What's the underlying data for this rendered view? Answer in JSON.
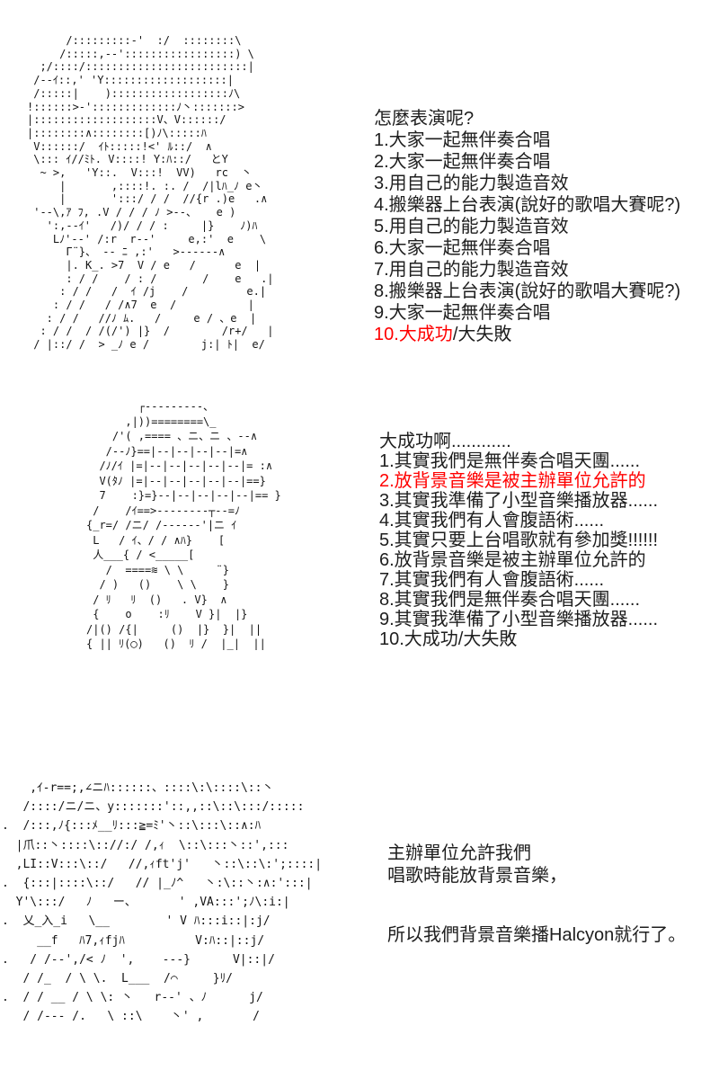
{
  "meta": {
    "background": "#ffffff",
    "text_color": "#1e1e1e",
    "red_color": "#ff0000"
  },
  "art_blocks": [
    {
      "name": "ascii-art-character-1",
      "lines": [
        "      /:::::::::-'  :/  ::::::::\\",
        "     /:::::,--':::::::::::::::::) \\",
        "  ;/::::/:::::::::::::::::::::::::|",
        " /--ｲ::,' 'Y:::::::::::::::::::|",
        " /:::::|    )::::::::::::::::::ﾉ\\",
        "!::::::>-':::::::::::::ﾉ丶:::::::>",
        "|:::::::::::::::::::V、V::::::/",
        "|::::::::∧::::::::[)ﾉ\\:::::ﾊ",
        " V::::::/  ｲﾄ:::::!<' ﾙ::/  ∧",
        " \\::: ｲ//ﾐﾄ. V::::! Y:ﾊ::/   とY",
        "  ~ >,   'Y::.  V:::!  VV)   rc  丶",
        "     |       ,::::!. :. /  /|lﾊ_ﾉ e丶",
        "     |       ':::/ / /  //{r .)e   .∧",
        " '--\\,ｱ ﾌ, .V / / / ﾉ >--、   e )",
        "   ':,--ｲ'   /)/ / / :     |}    ﾉ)ﾊ",
        "    Lﾉ'--' /:r  r--'     e,:'  e    \\",
        "      Γ¨}、 -- ﾆ ,:'   >------∧",
        "      |. K_. >7  V / e   /      e  |",
        "      : / /    / : /       /    e   .|",
        "     : / /   /  ｲ /j    /         e.|",
        "    : / /   / /∧7  e  /           |",
        "   : / /   //ﾉ ﾑ.   /     e / 、e  |",
        "  : / /  / /(/') |}  /        /r+/   |",
        " / |::/ /  > _ﾉ e /        j:| ﾄ|  e/"
      ]
    },
    {
      "name": "ascii-art-character-2",
      "lines": [
        "        ┌---------、",
        "      ,|))========\\_",
        "    /'( ,==== 、ニ、ニ 、--∧",
        "   /--ﾉ}==|--|--|--|--|=∧",
        "  /ﾉ/ｲ |=|--|--|--|--|--|= :∧",
        "  V(ﾀﾉ |=|--|--|--|--|--|==}",
        "  7    :}=}--|--|--|--|--|== }",
        " /    /ｲ==>--------┬--=ﾉ",
        "{_r=/ /ニ/ /------'|ニ ｲ",
        " L   / ｲ、/ / ∧ﾊ}    [",
        " 人___{ / <_____[",
        "   /  ====≋ \\ \\     ¨}",
        "  / )   ()    \\ \\    }",
        " / ﾘ   ﾘ  ()   . V}  ∧",
        " {    o    :ﾘ    V }|  |}",
        "/|() /{|     ()  |}  }|  ||",
        "{ || ﾘ(◯)   ()  ﾘ /  |_|  ||"
      ]
    },
    {
      "name": "ascii-art-character-3",
      "lines": [
        "    ,ｲ-r==;,∠ニﾊ::::::、::::\\:\\::::\\::丶",
        "   /::::/ニ/ニ、y:::::::'::,,::\\::\\:::/:::::",
        ".  /:::,ﾉ{:::ﾒ__ﾘ:::≧=ﾐ'丶::\\:::\\::∧:ﾊ",
        "  |爪::丶::::\\:://:/ /,ｨ  \\::\\:::丶::',:::",
        "  ,LI::V:::\\::/   //,ｨft'j'   丶::\\::\\:';::::|",
        ".  {:::|::::\\::/   // |_ﾉ^   丶:\\::丶:∧:':::|",
        "  Y'\\:::/   ﾉ   ー、      ' ,VA:::';ﾉ\\:i:|",
        ".  乂_入_i   \\__        ' V ﾊ:::i::|:j/",
        "     __f   ﾊ7,ｨfjﾊ          V:ﾊ::|::j/",
        ".   / /--',/< ﾉ  ',    ---}      V|::|/",
        "   / /_  / \\ \\.  L___  /⌒     }ﾘ/",
        ".  / / __ / \\ \\: 丶   r--' 、ﾉ      j/",
        "   / /--- /.   \\ ::\\    丶' ,       /"
      ]
    }
  ],
  "text_panels": [
    {
      "name": "options-list-1",
      "lines": [
        [
          {
            "text": "怎麼表演呢?",
            "red": false
          }
        ],
        [
          {
            "text": "1.大家一起無伴奏合唱",
            "red": false
          }
        ],
        [
          {
            "text": "2.大家一起無伴奏合唱",
            "red": false
          }
        ],
        [
          {
            "text": "3.用自己的能力製造音效",
            "red": false
          }
        ],
        [
          {
            "text": "4.搬樂器上台表演(說好的歌唱大賽呢?)",
            "red": false
          }
        ],
        [
          {
            "text": "5.用自己的能力製造音效",
            "red": false
          }
        ],
        [
          {
            "text": "6.大家一起無伴奏合唱",
            "red": false
          }
        ],
        [
          {
            "text": "7.用自己的能力製造音效",
            "red": false
          }
        ],
        [
          {
            "text": "8.搬樂器上台表演(說好的歌唱大賽呢?)",
            "red": false
          }
        ],
        [
          {
            "text": "9.大家一起無伴奏合唱",
            "red": false
          }
        ],
        [
          {
            "text": "10.大成功",
            "red": true
          },
          {
            "text": "/大失敗",
            "red": false
          }
        ]
      ]
    },
    {
      "name": "options-list-2",
      "lines": [
        [
          {
            "text": "大成功啊............",
            "red": false
          }
        ],
        [
          {
            "text": "1.其實我們是無伴奏合唱天團......",
            "red": false
          }
        ],
        [
          {
            "text": "2.放背景音樂是被主辦單位允許的",
            "red": true
          }
        ],
        [
          {
            "text": "3.其實我準備了小型音樂播放器......",
            "red": false
          }
        ],
        [
          {
            "text": "4.其實我們有人會腹語術......",
            "red": false
          }
        ],
        [
          {
            "text": "5.其實只要上台唱歌就有參加獎!!!!!!",
            "red": false
          }
        ],
        [
          {
            "text": "6.放背景音樂是被主辦單位允許的",
            "red": false
          }
        ],
        [
          {
            "text": "7.其實我們有人會腹語術......",
            "red": false
          }
        ],
        [
          {
            "text": "8.其實我們是無伴奏合唱天團......",
            "red": false
          }
        ],
        [
          {
            "text": "9.其實我準備了小型音樂播放器......",
            "red": false
          }
        ],
        [
          {
            "text": "10.大成功/大失敗",
            "red": false
          }
        ]
      ]
    },
    {
      "name": "dialogue-block-1",
      "lines": [
        [
          {
            "text": "主辦單位允許我們",
            "red": false
          }
        ],
        [
          {
            "text": "唱歌時能放背景音樂，",
            "red": false
          }
        ]
      ]
    },
    {
      "name": "dialogue-block-2",
      "lines": [
        [
          {
            "text": "所以我們背景音樂播Halcyon就行了。",
            "red": false
          }
        ]
      ]
    }
  ]
}
